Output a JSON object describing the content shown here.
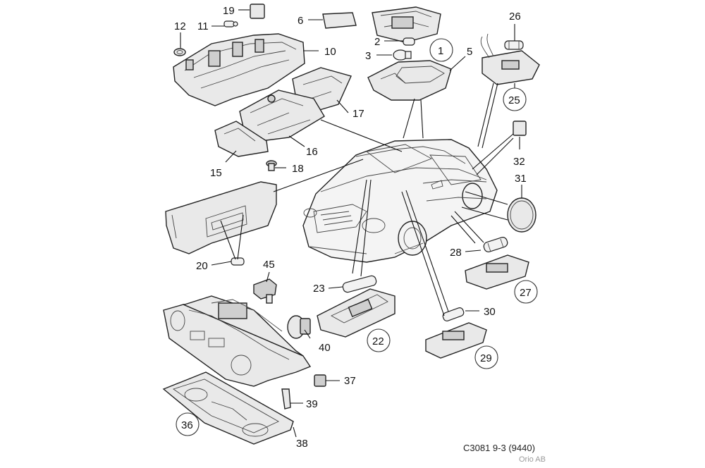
{
  "callouts": [
    "19",
    "11",
    "12",
    "10",
    "6",
    "2",
    "3",
    "1",
    "5",
    "26",
    "25",
    "17",
    "16",
    "15",
    "18",
    "32",
    "31",
    "28",
    "27",
    "20",
    "45",
    "23",
    "22",
    "30",
    "40",
    "29",
    "37",
    "39",
    "36",
    "38"
  ],
  "caption": {
    "code": "C3081 9-3 (9440)",
    "copyright": "Orio AB"
  }
}
